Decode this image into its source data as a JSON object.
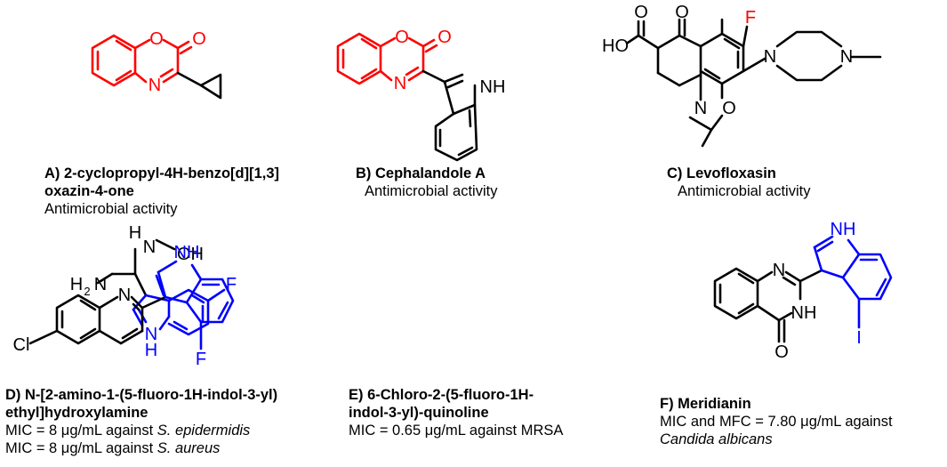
{
  "colors": {
    "core_red": "#ff0000",
    "indole_blue": "#0000ff",
    "bond_black": "#000000"
  },
  "compounds": [
    {
      "id": "A",
      "title_1": "A) 2-cyclopropyl-4H-benzo[d][1,3]",
      "title_2": "oxazin-4-one",
      "activity": "Antimicrobial activity",
      "atoms": {
        "o_ring": "O",
        "o_carbonyl": "O",
        "n_ring": "N"
      }
    },
    {
      "id": "B",
      "title_1": "B) Cephalandole A",
      "activity": "Antimicrobial activity",
      "atoms": {
        "o_ring": "O",
        "o_carbonyl": "O",
        "n_ring": "N",
        "nh": "NH"
      }
    },
    {
      "id": "C",
      "title_1": "C) Levofloxasin",
      "activity": "Antimicrobial activity",
      "atoms": {
        "f": "F",
        "o_keto": "O",
        "ho": "HO",
        "o_acid": "O",
        "n_ring": "N",
        "o_ring": "O",
        "n_pip_1": "N",
        "n_pip_2": "N"
      }
    },
    {
      "id": "D",
      "title_1": "D) N-[2-amino-1-(5-fluoro-1H-indol-3-yl)",
      "title_2": "ethyl]hydroxylamine",
      "mic_1_prefix": "MIC = 8 μg/mL against ",
      "mic_1_org": "S. epidermidis",
      "mic_2_prefix": "MIC = 8 μg/mL against ",
      "mic_2_org": "S. aureus",
      "atoms": {
        "h2n_h": "H",
        "h2n_2": "2",
        "h2n_n": "N",
        "h": "H",
        "n_oh": "N",
        "oh": "OH",
        "f": "F",
        "n_ind": "N",
        "h_ind": "H"
      }
    },
    {
      "id": "E",
      "title_1": "E) 6-Chloro-2-(5-fluoro-1H-",
      "title_2": "indol-3-yl)-quinoline",
      "mic_1": "MIC = 0.65 μg/mL against MRSA",
      "atoms": {
        "cl": "Cl",
        "n_quin": "N",
        "nh": "NH",
        "f": "F"
      }
    },
    {
      "id": "F",
      "title_1": "F) Meridianin",
      "mic_1": "MIC and MFC = 7.80 μg/mL against",
      "org": "Candida albicans",
      "atoms": {
        "n_1": "N",
        "nh_2": "NH",
        "o": "O",
        "nh": "NH",
        "i": "I"
      }
    }
  ]
}
